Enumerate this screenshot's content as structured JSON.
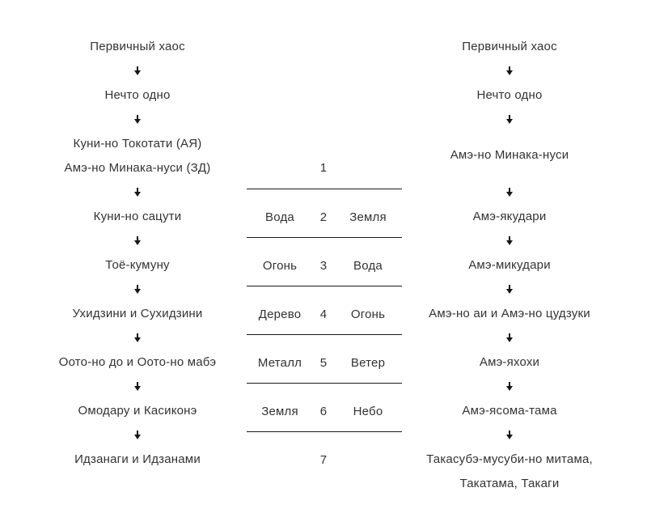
{
  "colors": {
    "background": "#ffffff",
    "text": "#333333",
    "line": "#1a1a1a",
    "arrow": "#161616"
  },
  "left_chain": {
    "steps": [
      {
        "lines": [
          "Первичный хаос"
        ]
      },
      {
        "lines": [
          "Нечто одно"
        ]
      },
      {
        "lines": [
          "Куни-но Токотати (АЯ)",
          "Амэ-но Минака-нуси (ЗД)"
        ]
      },
      {
        "lines": [
          "Куни-но сацути"
        ]
      },
      {
        "lines": [
          "Тоё-кумуну"
        ]
      },
      {
        "lines": [
          "Ухидзини и Сухидзини"
        ]
      },
      {
        "lines": [
          "Оото-но до и Оото-но мабэ"
        ]
      },
      {
        "lines": [
          "Омодару и Касиконэ"
        ]
      },
      {
        "lines": [
          "Идзанаги и Идзанами"
        ]
      }
    ]
  },
  "center_table": {
    "rows": [
      {
        "left": "",
        "num": "1",
        "right": ""
      },
      {
        "left": "Вода",
        "num": "2",
        "right": "Земля"
      },
      {
        "left": "Огонь",
        "num": "3",
        "right": "Вода"
      },
      {
        "left": "Дерево",
        "num": "4",
        "right": "Огонь"
      },
      {
        "left": "Металл",
        "num": "5",
        "right": "Ветер"
      },
      {
        "left": "Земля",
        "num": "6",
        "right": "Небо"
      },
      {
        "left": "",
        "num": "7",
        "right": ""
      }
    ]
  },
  "right_chain": {
    "steps": [
      {
        "lines": [
          "Первичный хаос"
        ]
      },
      {
        "lines": [
          "Нечто одно"
        ]
      },
      {
        "lines": [
          "Амэ-но Минака-нуси"
        ]
      },
      {
        "lines": [
          "Амэ-якудари"
        ]
      },
      {
        "lines": [
          "Амэ-микудари"
        ]
      },
      {
        "lines": [
          "Амэ-но аи и Амэ-но цудзуки"
        ]
      },
      {
        "lines": [
          "Амэ-яхохи"
        ]
      },
      {
        "lines": [
          "Амэ-ясома-тама"
        ]
      },
      {
        "lines": [
          "Такасубэ-мусуби-но митама,",
          "Такатама, Такаги"
        ]
      }
    ]
  }
}
